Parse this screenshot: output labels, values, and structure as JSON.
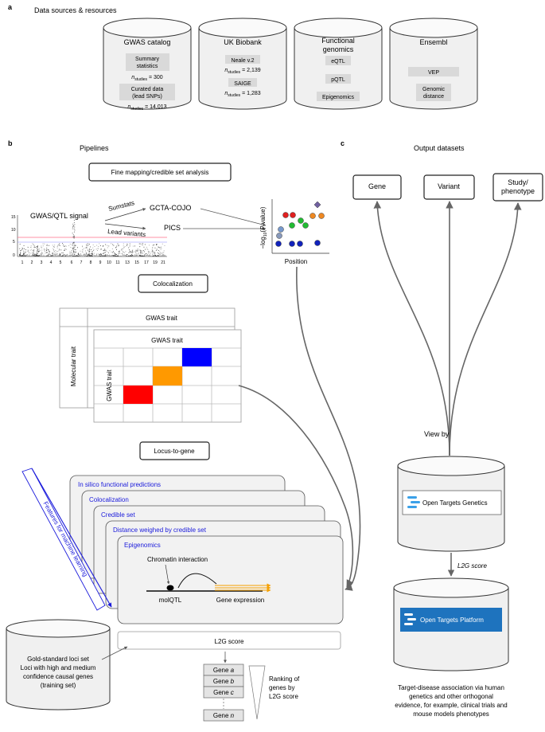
{
  "panels": {
    "a": "a",
    "b": "b",
    "c": "c"
  },
  "section_a": {
    "title": "Data sources & resources",
    "gwas_catalog": {
      "title": "GWAS catalog",
      "summary_line1": "Summary",
      "summary_line2": "statistics",
      "summary_n_label": "n",
      "summary_n_sub": "studies",
      "summary_n_value": " = 300",
      "curated_line1": "Curated data",
      "curated_line2": "(lead SNPs)",
      "curated_n_label": "n",
      "curated_n_sub": "studies",
      "curated_n_value": " = 14,013"
    },
    "uk_biobank": {
      "title": "UK Biobank",
      "neale": "Neale v.2",
      "neale_n_label": "n",
      "neale_n_sub": "studies",
      "neale_n_value": " = 2,139",
      "saige": "SAIGE",
      "saige_n_label": "n",
      "saige_n_sub": "studies",
      "saige_n_value": " = 1,283"
    },
    "functional_genomics": {
      "title_line1": "Functional",
      "title_line2": "genomics",
      "items": [
        "eQTL",
        "pQTL",
        "Epigenomics"
      ]
    },
    "ensembl": {
      "title": "Ensembl",
      "vep": "VEP",
      "genomic_line1": "Genomic",
      "genomic_line2": "distance"
    }
  },
  "section_b": {
    "title": "Pipelines",
    "fine_mapping_title": "Fine mapping/credible set analysis",
    "gwas_signal": "GWAS/QTL signal",
    "sumstats": "Sumstats",
    "lead_variants": "Lead variants",
    "gcta": "GCTA-COJO",
    "pics": "PICS",
    "manhattan_y_ticks": [
      "15",
      "10",
      "5",
      "0"
    ],
    "manhattan_x_ticks": [
      "1",
      "2",
      "3",
      "4",
      "5",
      "6",
      "7",
      "8",
      "9",
      "10",
      "11",
      "13",
      "15",
      "17",
      "19",
      "21"
    ],
    "scatter_ylabel_prefix": "−log",
    "scatter_ylabel_sub": "10",
    "scatter_ylabel_paren": "(",
    "scatter_ylabel_p": "P",
    "scatter_ylabel_suffix": " value)",
    "scatter_xlabel": "Position",
    "colocalization_title": "Colocalization",
    "gwas_trait_outer": "GWAS trait",
    "molecular_trait": "Molecular trait",
    "gwas_trait_inner": "GWAS trait",
    "gwas_trait_vertical": "GWAS trait",
    "l2g_title": "Locus-to-gene",
    "feature_cards": [
      "In silico functional predictions",
      "Colocalization",
      "Credible set",
      "Distance weighed by credible set",
      "Epigenomics"
    ],
    "features_label": "Features for machine learning",
    "chromatin_interaction": "Chromatin interaction",
    "molqtl": "molQTL",
    "gene_expression": "Gene expression",
    "l2g_score": "L2G score",
    "gold_standard": [
      "Gold-standard loci set",
      "Loci with high and medium",
      "confidence causal genes",
      "(training set)"
    ],
    "gene_prefix": "Gene ",
    "gene_letters": [
      "a",
      "b",
      "c",
      "n"
    ],
    "ranking": [
      "Ranking of",
      "genes by",
      "L2G score"
    ]
  },
  "section_c": {
    "title": "Output datasets",
    "outputs": [
      "Gene",
      "Variant",
      "Study/",
      "phenotype"
    ],
    "view_by": "View by",
    "otg_logo_text": "Open Targets Genetics",
    "l2g_score": "L2G score",
    "otp_logo_text": "Open Targets Platform",
    "caption": [
      "Target-disease association via human",
      "genetics and other orthogonal",
      "evidence, for example, clinical trials and",
      "mouse models phenotypes"
    ]
  },
  "colors": {
    "blue_label": "#1a1adb",
    "coloc_red": "#ff0000",
    "coloc_orange": "#ff9900",
    "coloc_blue": "#0000ff",
    "otp_blue": "#1e73be",
    "orange_arrow": "#f5a000"
  }
}
